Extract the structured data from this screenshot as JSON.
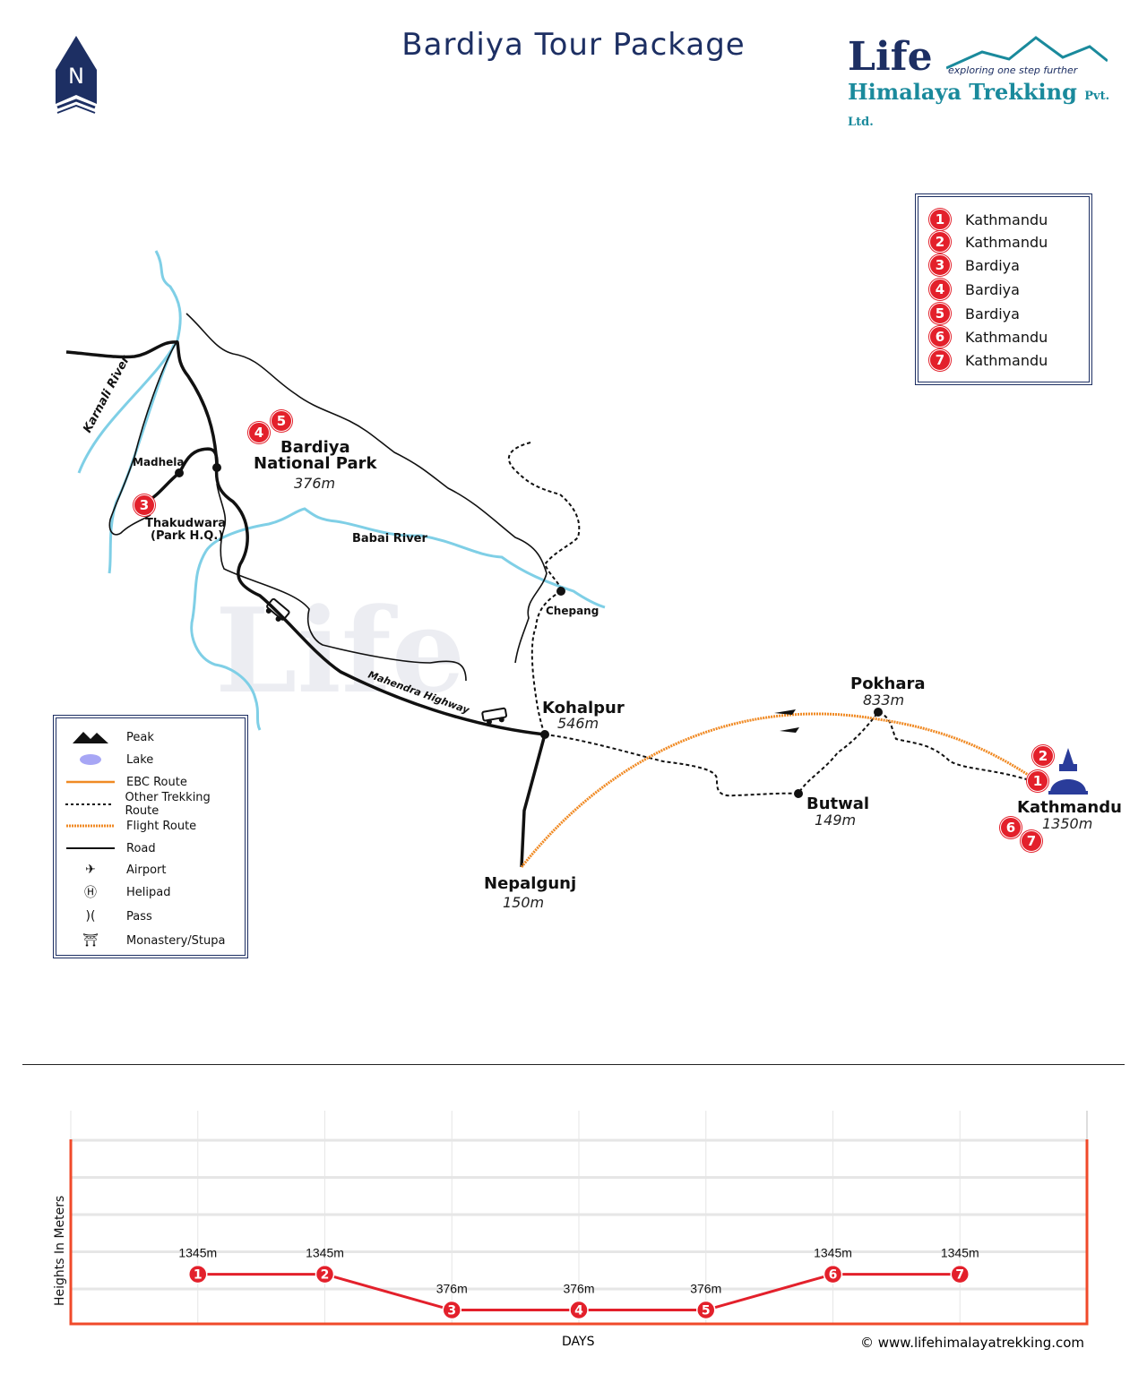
{
  "header": {
    "title": "Bardiya Tour Package",
    "north_label": "N",
    "logo": {
      "name": "Life",
      "tagline": "exploring one step further",
      "subtitle": "Himalaya Trekking",
      "suffix": "Pvt. Ltd."
    }
  },
  "itinerary": [
    {
      "day": "1",
      "place": "Kathmandu"
    },
    {
      "day": "2",
      "place": "Kathmandu"
    },
    {
      "day": "3",
      "place": "Bardiya"
    },
    {
      "day": "4",
      "place": "Bardiya"
    },
    {
      "day": "5",
      "place": "Bardiya"
    },
    {
      "day": "6",
      "place": "Kathmandu"
    },
    {
      "day": "7",
      "place": "Kathmandu"
    }
  ],
  "legend": [
    {
      "icon": "peak-icon",
      "label": "Peak"
    },
    {
      "icon": "lake-icon",
      "label": "Lake"
    },
    {
      "icon": "ebc-route-line",
      "label": "EBC Route"
    },
    {
      "icon": "other-trekking-route-line",
      "label": "Other Trekking Route"
    },
    {
      "icon": "flight-route-line",
      "label": "Flight Route"
    },
    {
      "icon": "road-line",
      "label": "Road"
    },
    {
      "icon": "airport-icon",
      "label": "Airport"
    },
    {
      "icon": "helipad-icon",
      "label": "Helipad"
    },
    {
      "icon": "pass-icon",
      "label": "Pass"
    },
    {
      "icon": "monastery-stupa-icon",
      "label": "Monastery/Stupa"
    }
  ],
  "map": {
    "rivers": {
      "karnali": "Karnali River",
      "babai": "Babai River"
    },
    "highway": "Mahendra Highway",
    "places": {
      "madhela": "Madhela",
      "thakudwara": "Thakudwara",
      "park_hq": "(Park H.Q.)",
      "chepang": "Chepang",
      "bardiya_1": "Bardiya",
      "bardiya_2": "National Park",
      "bardiya_elev": "376m",
      "kohalpur": "Kohalpur",
      "kohalpur_elev": "546m",
      "nepalgunj": "Nepalgunj",
      "nepalgunj_elev": "150m",
      "pokhara": "Pokhara",
      "pokhara_elev": "833m",
      "butwal": "Butwal",
      "butwal_elev": "149m",
      "kathmandu": "Kathmandu",
      "kathmandu_elev": "1350m"
    },
    "day_markers": {
      "d1": "1",
      "d2": "2",
      "d3": "3",
      "d4": "4",
      "d5": "5",
      "d6": "6",
      "d7": "7"
    },
    "colors": {
      "road": "#111111",
      "river": "#7fcfe6",
      "flight": "#f08a24",
      "marker": "#e3202b",
      "frame": "#1d2f63"
    }
  },
  "chart_data": {
    "type": "line",
    "categories": [
      "1",
      "2",
      "3",
      "4",
      "5",
      "6",
      "7"
    ],
    "values": [
      1345,
      1345,
      376,
      376,
      376,
      1345,
      1345
    ],
    "data_labels": [
      "1345m",
      "1345m",
      "376m",
      "376m",
      "376m",
      "1345m",
      "1345m"
    ],
    "xlabel": "DAYS",
    "ylabel": "Heights In Meters",
    "ylim": [
      0,
      5000
    ],
    "grid": true,
    "line_color": "#e3202b"
  },
  "footer": {
    "copyright": "© www.lifehimalayatrekking.com"
  }
}
